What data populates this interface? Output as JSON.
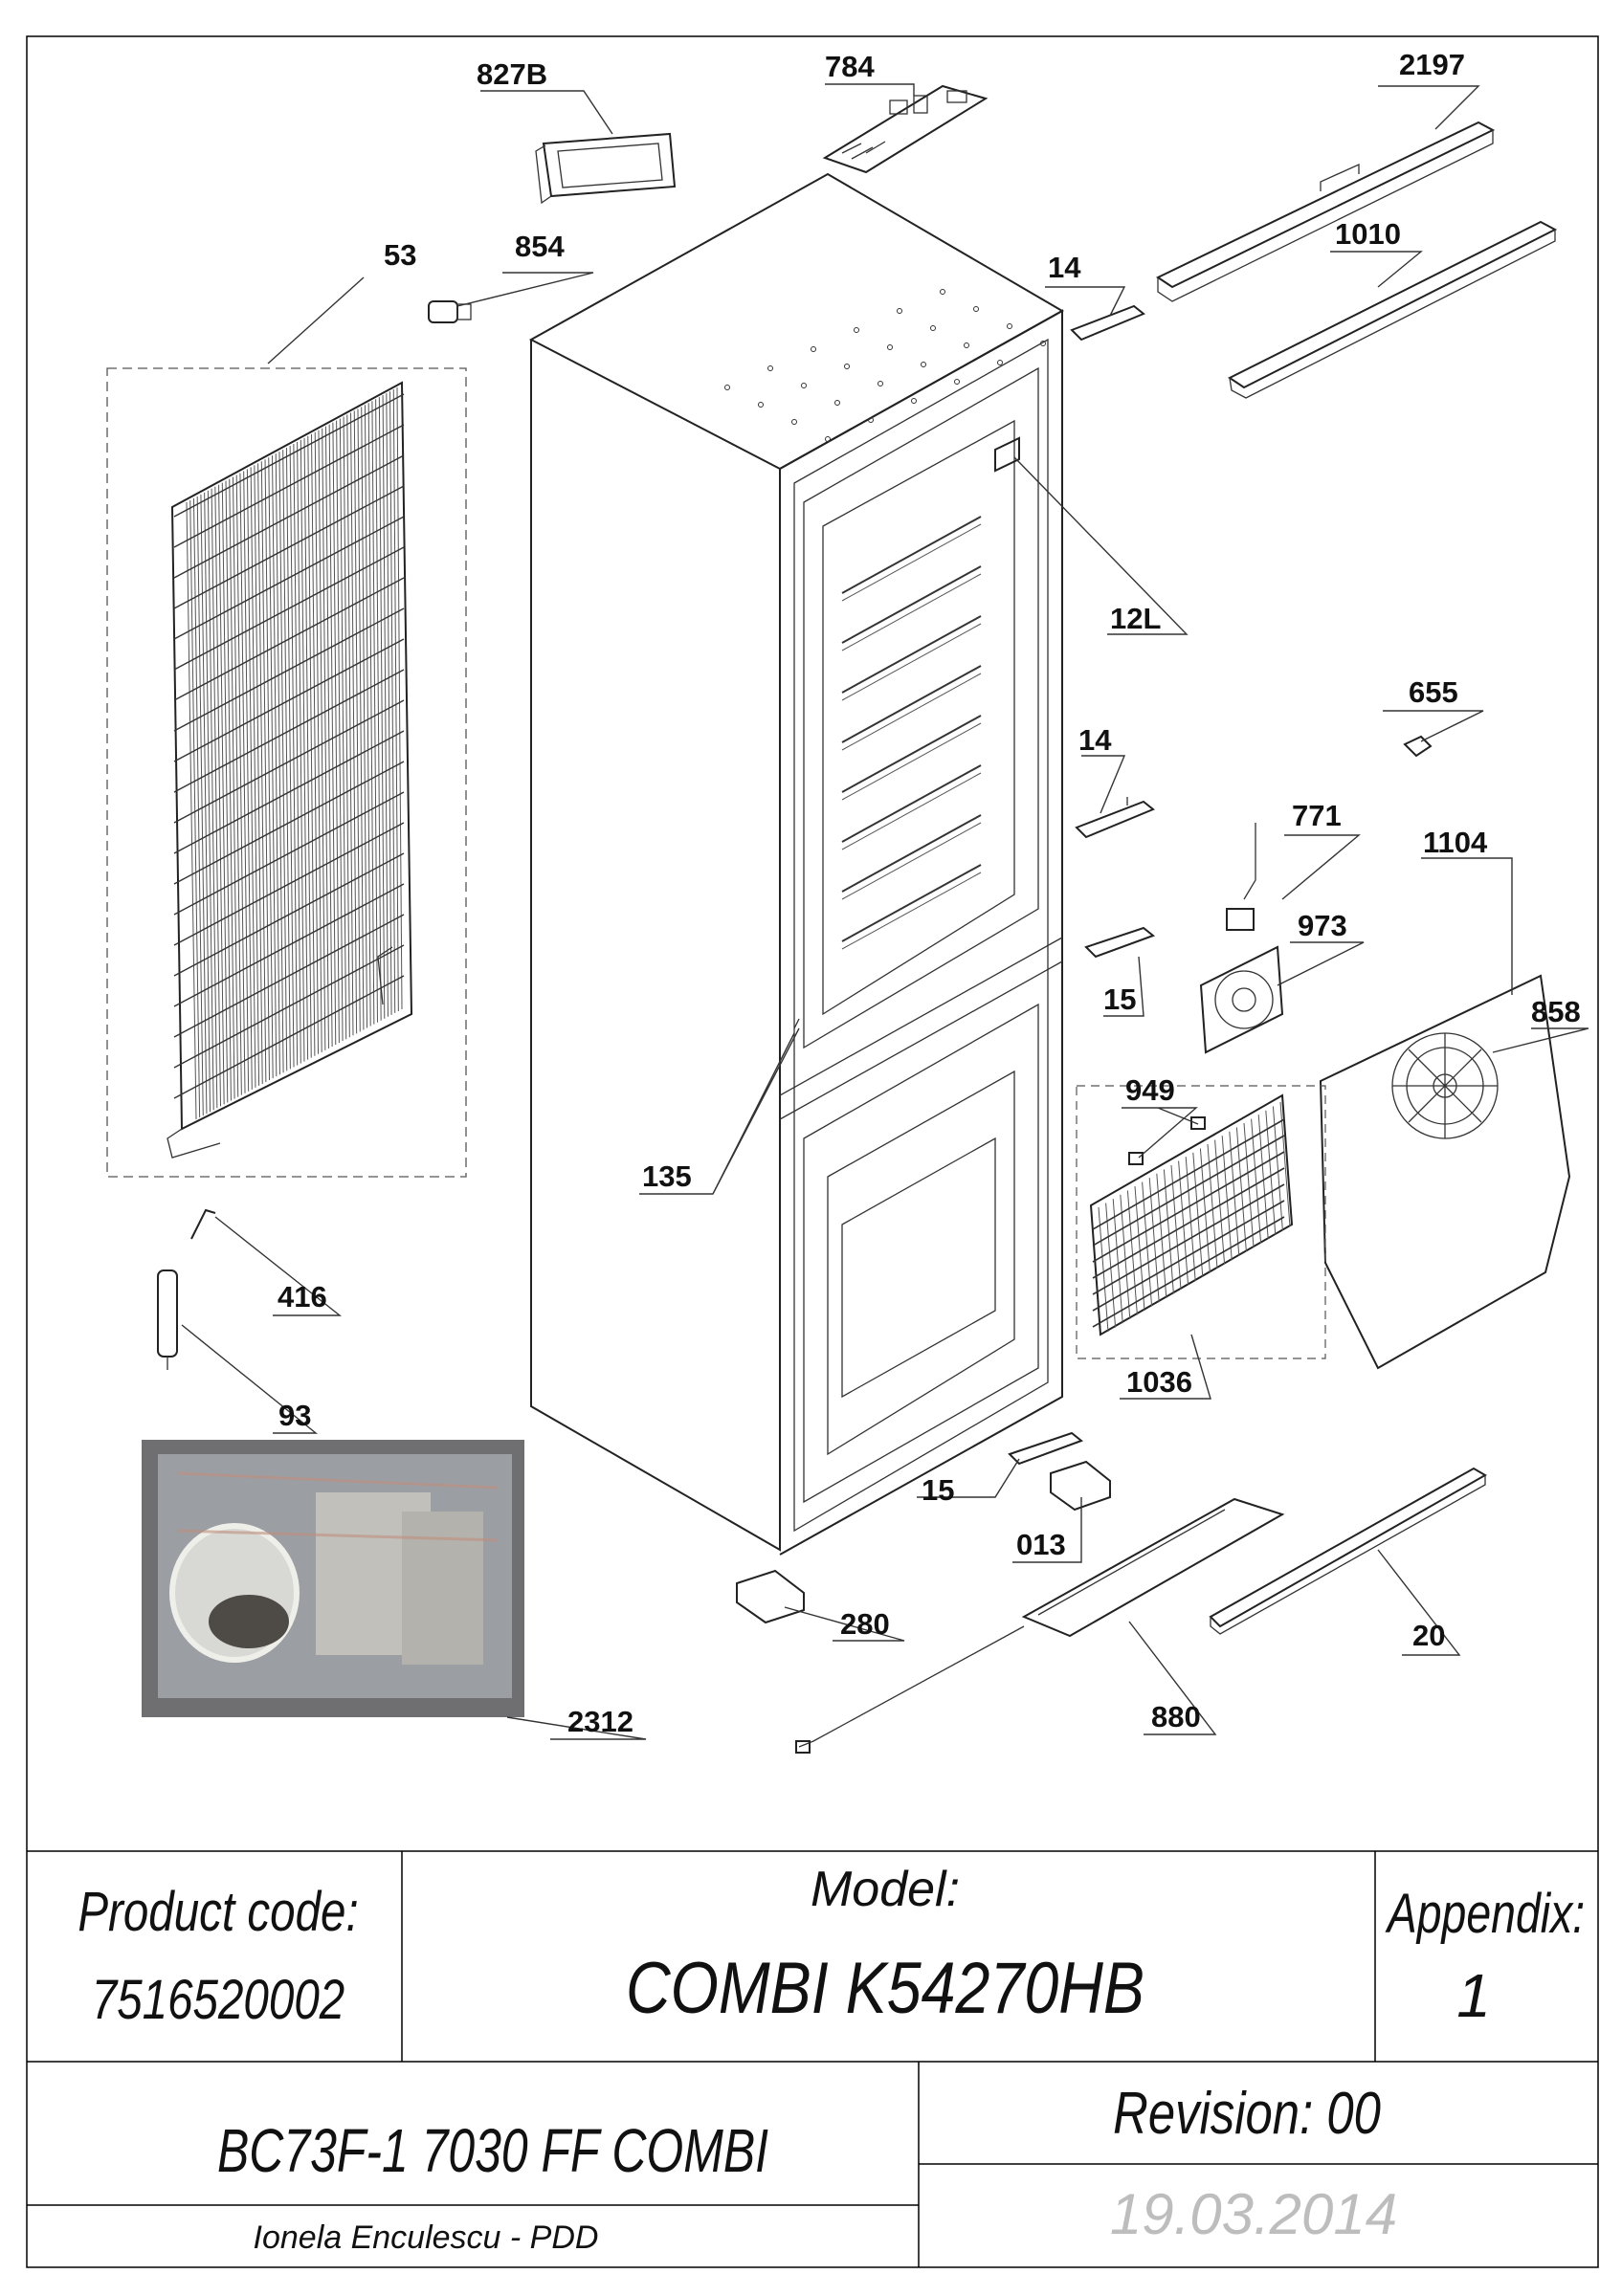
{
  "callouts": [
    {
      "id": "c-827b",
      "text": "827B"
    },
    {
      "id": "c-784",
      "text": "784"
    },
    {
      "id": "c-2197",
      "text": "2197"
    },
    {
      "id": "c-53",
      "text": "53"
    },
    {
      "id": "c-854",
      "text": "854"
    },
    {
      "id": "c-14a",
      "text": "14"
    },
    {
      "id": "c-1010",
      "text": "1010"
    },
    {
      "id": "c-12l",
      "text": "12L"
    },
    {
      "id": "c-655",
      "text": "655"
    },
    {
      "id": "c-14b",
      "text": "14"
    },
    {
      "id": "c-771",
      "text": "771"
    },
    {
      "id": "c-1104",
      "text": "1104"
    },
    {
      "id": "c-973",
      "text": "973"
    },
    {
      "id": "c-15a",
      "text": "15"
    },
    {
      "id": "c-858",
      "text": "858"
    },
    {
      "id": "c-949",
      "text": "949"
    },
    {
      "id": "c-135",
      "text": "135"
    },
    {
      "id": "c-416",
      "text": "416"
    },
    {
      "id": "c-93",
      "text": "93"
    },
    {
      "id": "c-1036",
      "text": "1036"
    },
    {
      "id": "c-15b",
      "text": "15"
    },
    {
      "id": "c-013",
      "text": "013"
    },
    {
      "id": "c-280",
      "text": "280"
    },
    {
      "id": "c-20",
      "text": "20"
    },
    {
      "id": "c-880",
      "text": "880"
    },
    {
      "id": "c-2312",
      "text": "2312"
    }
  ],
  "title_block": {
    "product_code_label": "Product code:",
    "product_code": "7516520002",
    "model_label": "Model:",
    "model": "COMBI K54270HB",
    "appendix_label": "Appendix:",
    "appendix": "1",
    "platform": "BC73F-1 7030 FF COMBI",
    "revision": "Revision: 00",
    "author": "Ionela Enculescu - PDD",
    "date": "19.03.2014"
  }
}
